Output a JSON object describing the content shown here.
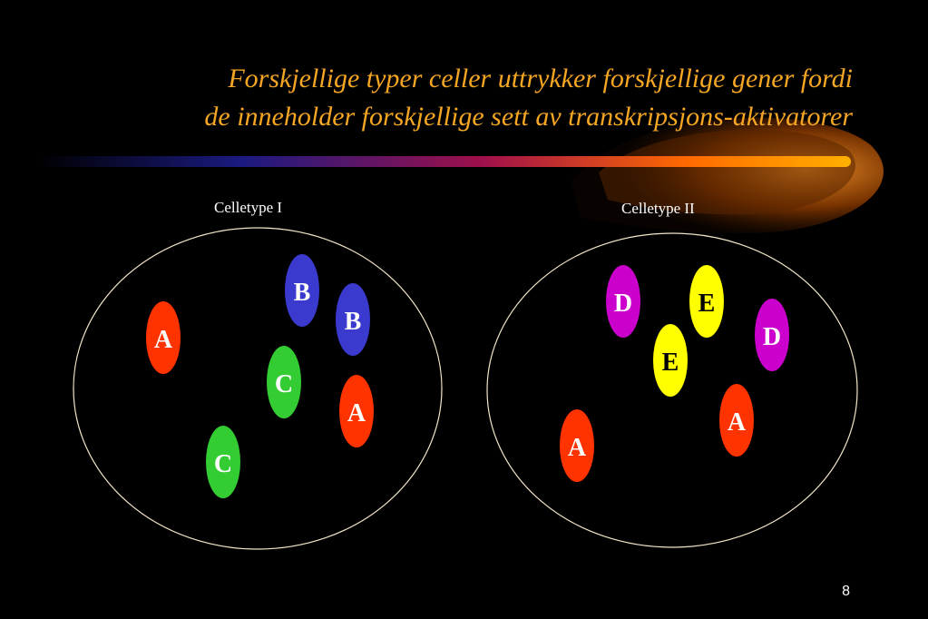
{
  "title": {
    "line1": "Forskjellige typer celler uttrykker forskjellige gener fordi",
    "line2": "de inneholder forskjellige sett av transkripsjons-aktivatorer"
  },
  "cells": [
    {
      "label": "Celletype I",
      "factors": [
        {
          "letter": "B",
          "color": "#3a3acf"
        },
        {
          "letter": "B",
          "color": "#3a3acf"
        },
        {
          "letter": "A",
          "color": "#ff3300"
        },
        {
          "letter": "C",
          "color": "#33cc33"
        },
        {
          "letter": "A",
          "color": "#ff3300"
        },
        {
          "letter": "C",
          "color": "#33cc33"
        }
      ]
    },
    {
      "label": "Celletype II",
      "factors": [
        {
          "letter": "D",
          "color": "#cc00cc"
        },
        {
          "letter": "E",
          "color": "#ffff00"
        },
        {
          "letter": "D",
          "color": "#cc00cc"
        },
        {
          "letter": "E",
          "color": "#ffff00"
        },
        {
          "letter": "A",
          "color": "#ff3300"
        },
        {
          "letter": "A",
          "color": "#ff3300"
        }
      ]
    }
  ],
  "page_number": "8",
  "colors": {
    "title": "#f5a623",
    "membrane": "#f3e6c8",
    "background": "#000000"
  }
}
